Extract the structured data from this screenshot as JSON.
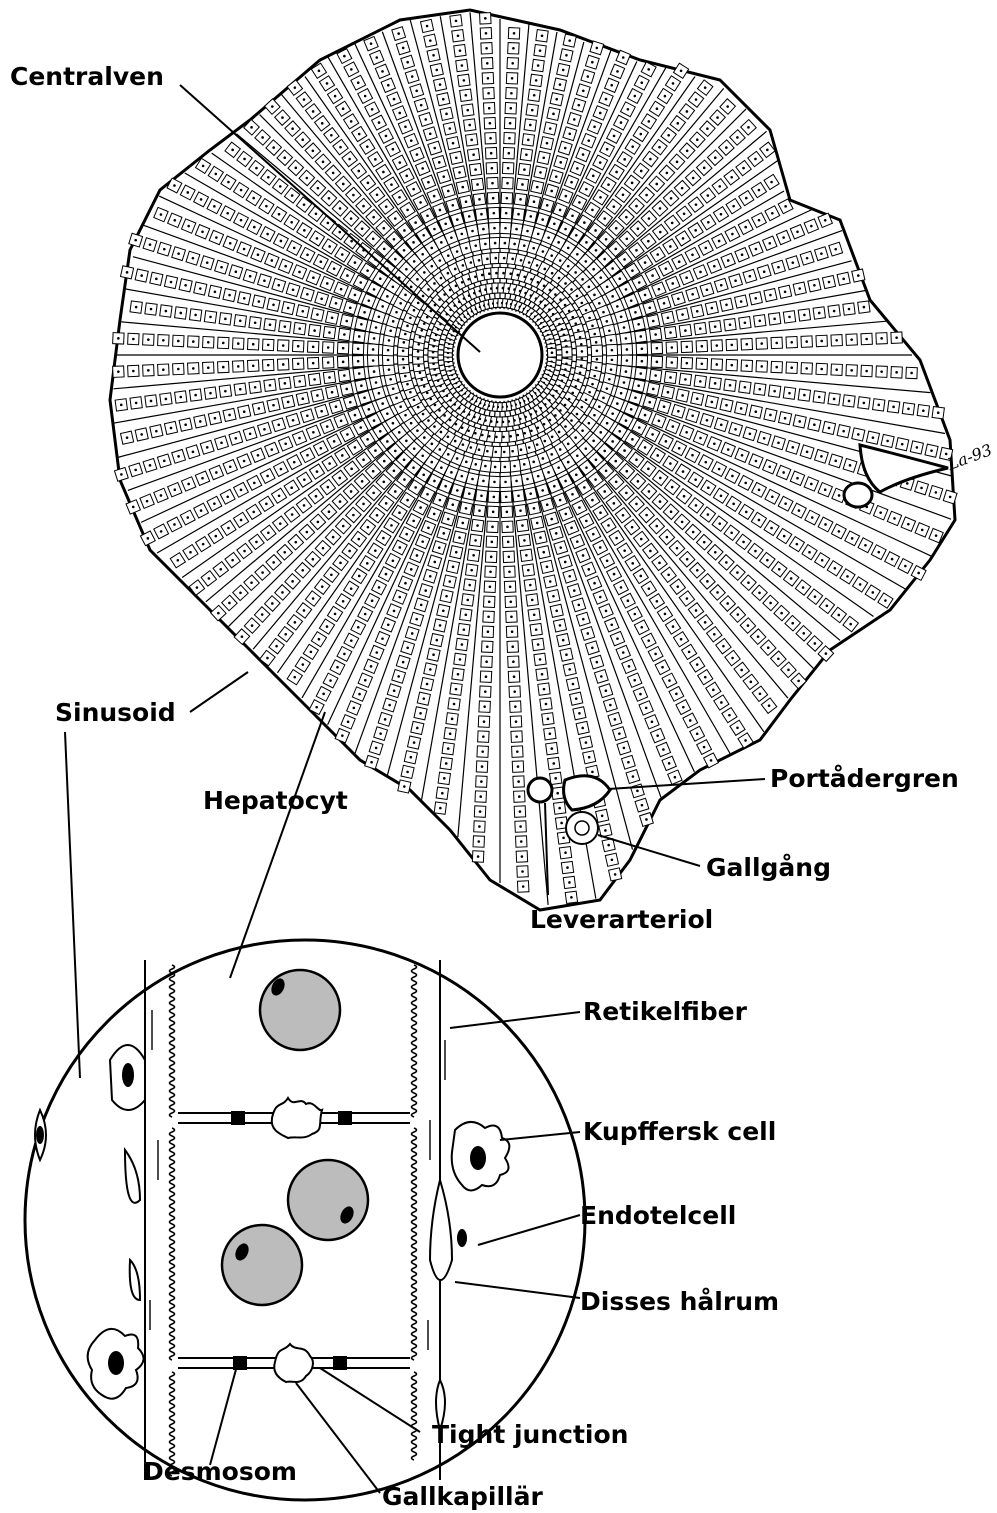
{
  "labels": {
    "centralven": "Centralven",
    "sinusoid": "Sinusoid",
    "hepatocyt": "Hepatocyt",
    "portadergren": "Portådergren",
    "gallgang": "Gallgång",
    "leverarteriol": "Leverarteriol",
    "retikelfiber": "Retikelfiber",
    "kupffersk_cell": "Kupffersk cell",
    "endotelcell": "Endotelcell",
    "disses_halrum": "Disses hålrum",
    "tight_junction": "Tight junction",
    "desmosom": "Desmosom",
    "gallkapillar": "Gallkapillär"
  },
  "signature": "La-93",
  "colors": {
    "ink": "#000000",
    "nucleus_fill": "#bcbcbc",
    "background": "#ffffff"
  }
}
